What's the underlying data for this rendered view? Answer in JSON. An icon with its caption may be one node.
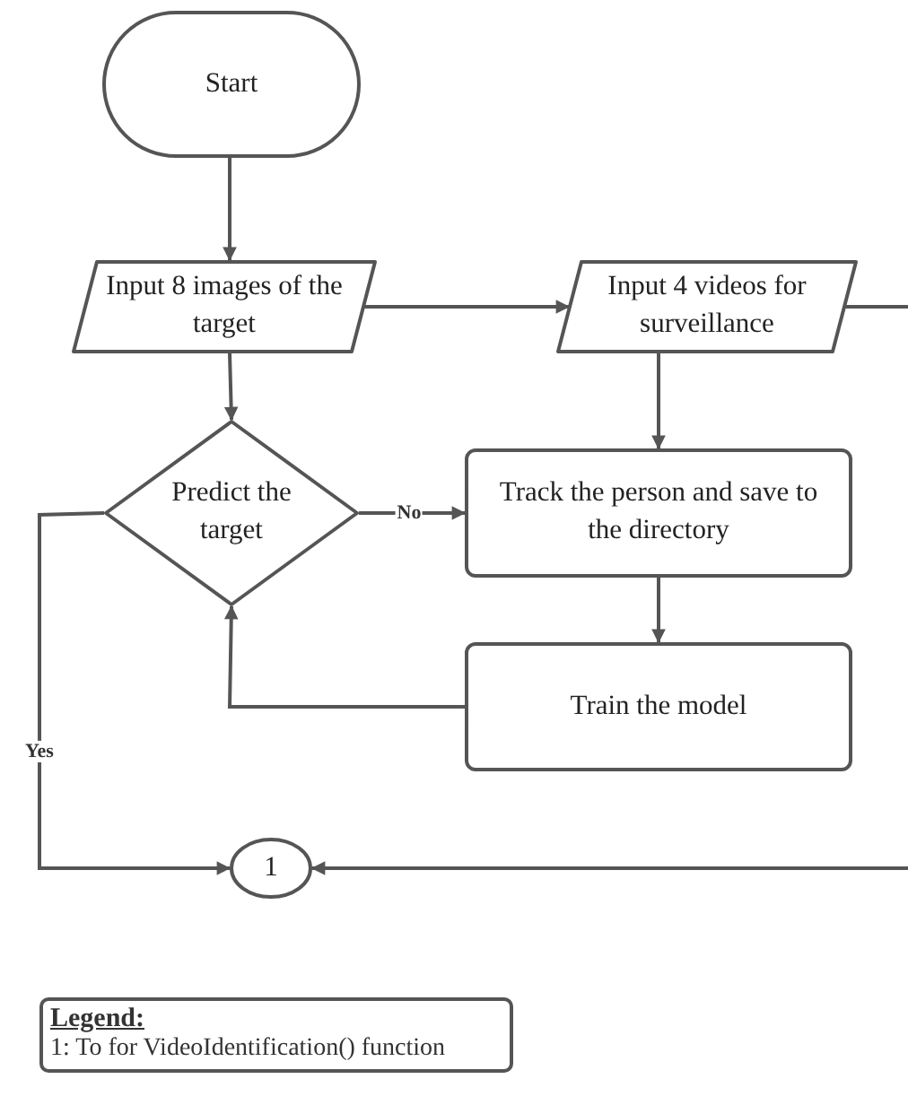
{
  "diagram": {
    "nodes": [
      {
        "text": [
          "Start"
        ]
      },
      {
        "text": [
          "Input 8 images of the target"
        ]
      },
      {
        "text": [
          "Input 4 videos for surveillance"
        ]
      },
      {
        "text": [
          "Predict the target"
        ]
      },
      {
        "text": [
          "Track the person and save to the directory"
        ]
      },
      {
        "text": [
          "Train the model"
        ]
      },
      {
        "text": [
          "1"
        ]
      }
    ],
    "edges": [
      {
        "from": 0,
        "to": 1,
        "arrow": "to"
      },
      {
        "from": 1,
        "to": 2,
        "arrow": "to"
      },
      {
        "from": 1,
        "to": 3,
        "arrow": "to"
      },
      {
        "from": 2,
        "to": 4,
        "arrow": "to"
      },
      {
        "from": 3,
        "to": 4,
        "arrow": "to",
        "label": "No"
      },
      {
        "from": 4,
        "to": 5,
        "arrow": "to"
      },
      {
        "from": 5,
        "to": 3,
        "arrow": "to"
      },
      {
        "from": 3,
        "to": 6,
        "arrow": "to",
        "label": "Yes"
      },
      {
        "from": 2,
        "to": null,
        "arrow": "none"
      },
      {
        "from": null,
        "to": 6,
        "arrow": "to"
      }
    ],
    "labels": [
      "Legend:"
    ],
    "legend": [
      {
        "text": "1: To for VideoIdentification() function"
      }
    ]
  }
}
